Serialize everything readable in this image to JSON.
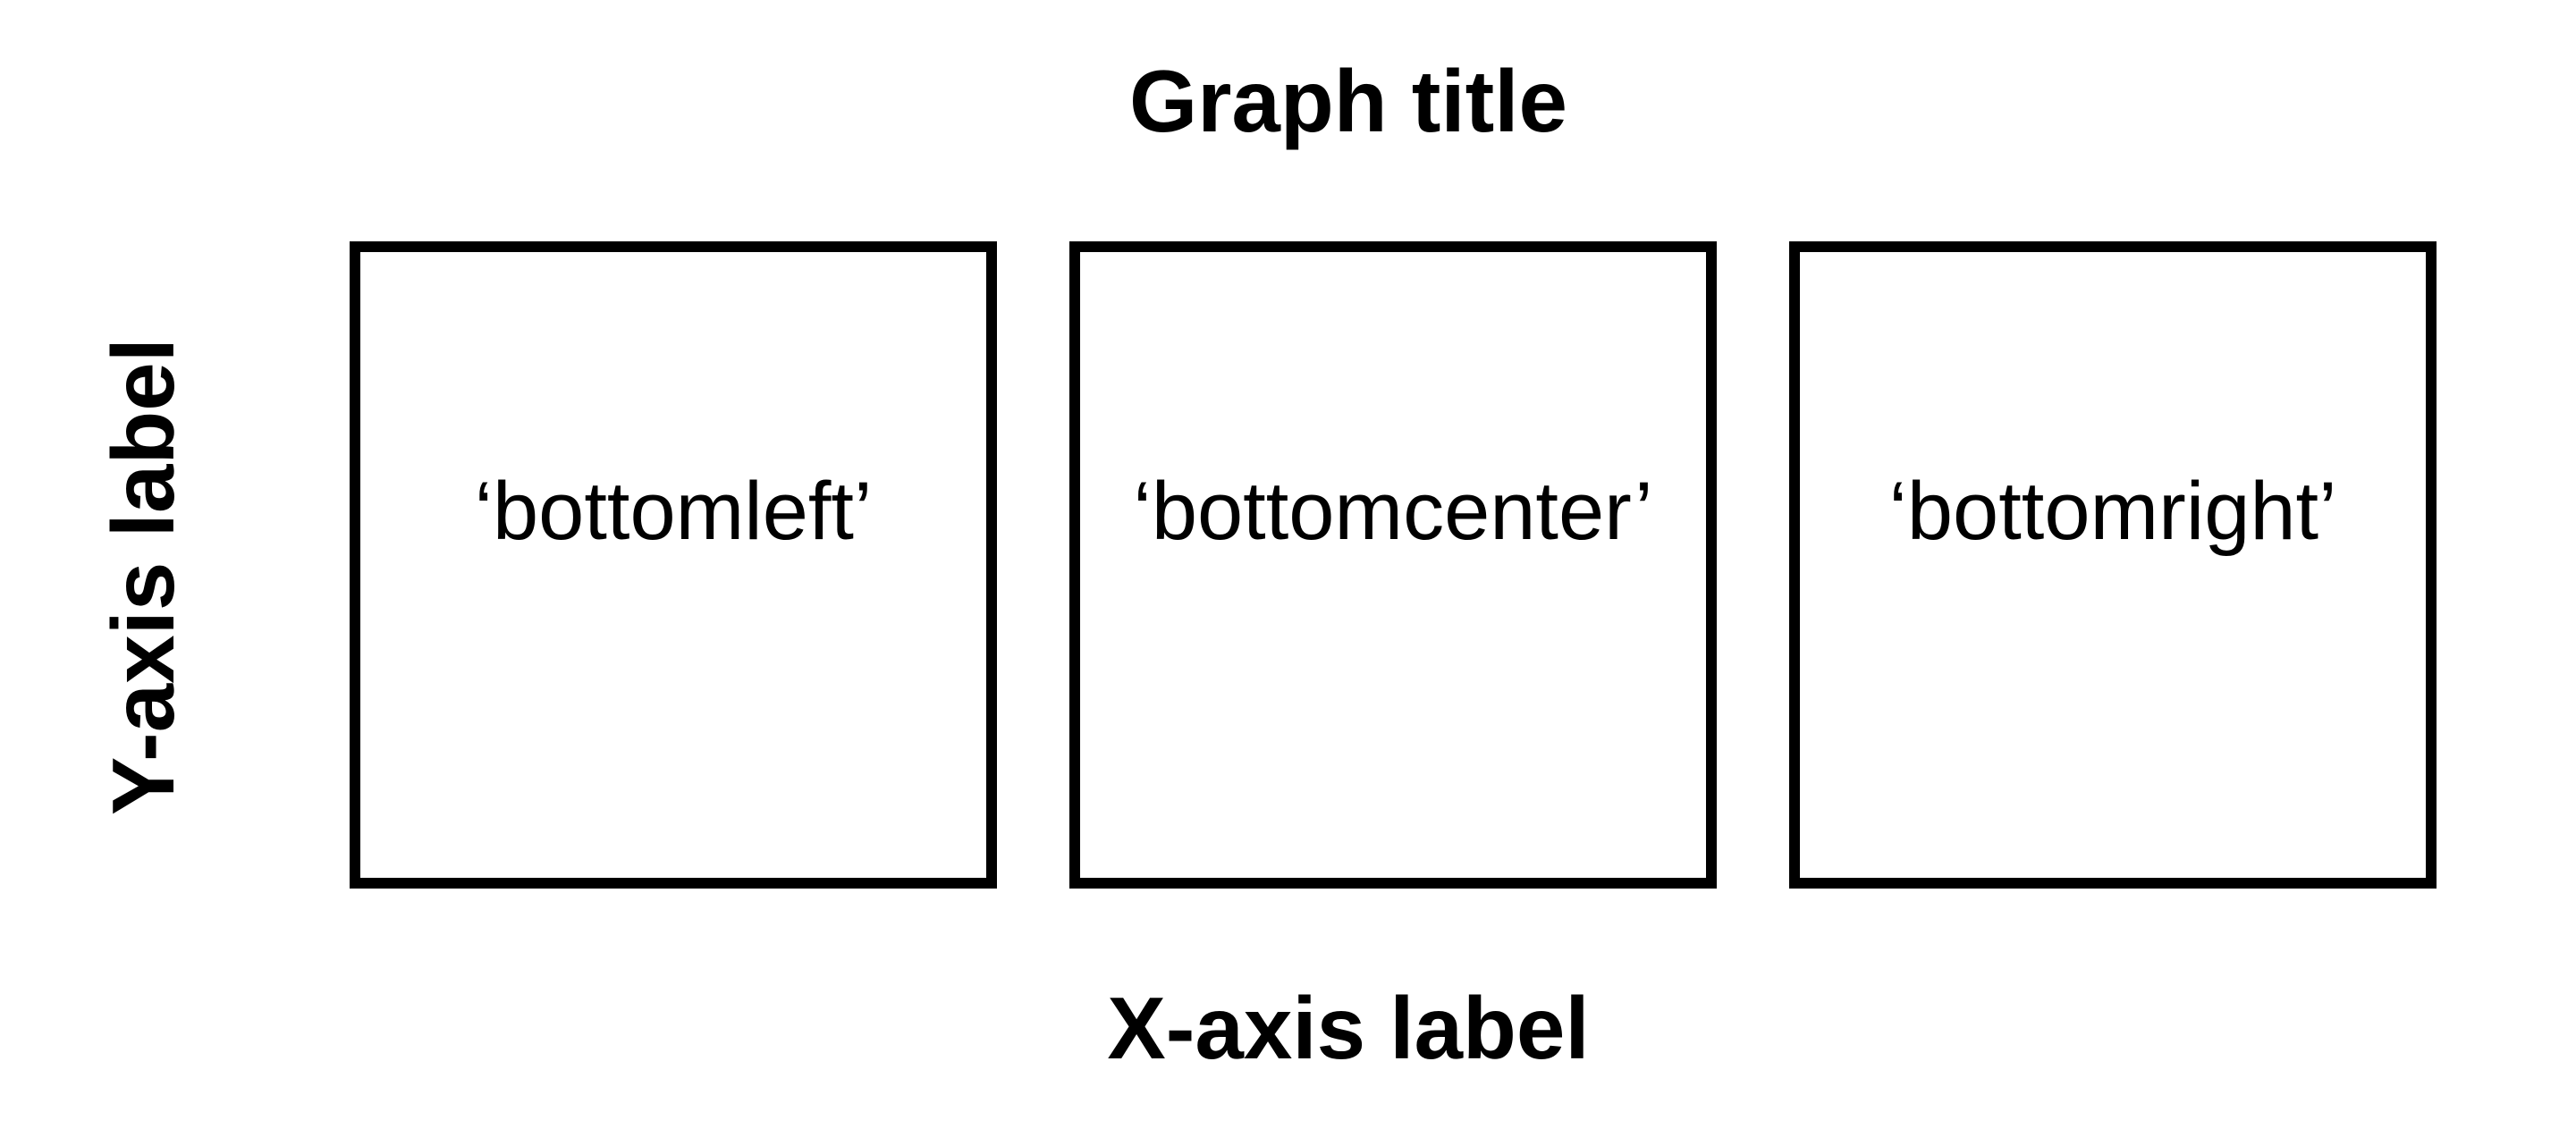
{
  "title": "Graph title",
  "xlabel": "X-axis label",
  "ylabel": "Y-axis label",
  "boxes": [
    {
      "label": "‘bottomleft’"
    },
    {
      "label": "‘bottomcenter’"
    },
    {
      "label": "‘bottomright’"
    }
  ],
  "colors": {
    "background": "#ffffff",
    "stroke": "#000000",
    "text": "#000000"
  }
}
